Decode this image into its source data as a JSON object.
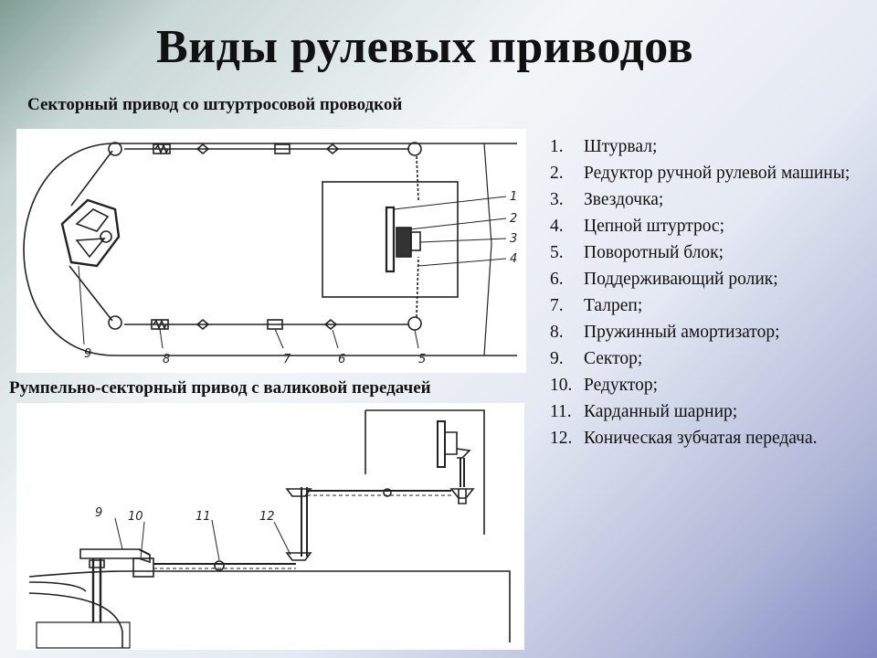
{
  "slide": {
    "title": "Виды рулевых приводов",
    "caption_sector": "Секторный привод со  штуртросовой проводкой",
    "caption_tiller": "Румпельно-секторный привод с валиковой передачей"
  },
  "legend": [
    {
      "num": "1.",
      "text": "Штурвал;"
    },
    {
      "num": "2.",
      "text": "Редуктор ручной рулевой машины;"
    },
    {
      "num": "3.",
      "text": "Звездочка;"
    },
    {
      "num": "4.",
      "text": "Цепной штуртрос;"
    },
    {
      "num": "5.",
      "text": "Поворотный блок;"
    },
    {
      "num": "6.",
      "text": "Поддерживающий ролик;"
    },
    {
      "num": "7.",
      "text": "Талреп;"
    },
    {
      "num": "8.",
      "text": "Пружинный амортизатор;"
    },
    {
      "num": "9.",
      "text": "Сектор;"
    },
    {
      "num": "10.",
      "text": "Редуктор;"
    },
    {
      "num": "11.",
      "text": "Карданный шарнир;"
    },
    {
      "num": "12.",
      "text": "Коническая зубчатая передача."
    }
  ],
  "diagram_sector": {
    "labels": [
      "1",
      "2",
      "3",
      "4",
      "5",
      "6",
      "7",
      "8",
      "9"
    ]
  },
  "diagram_tiller": {
    "labels": [
      "9",
      "10",
      "11",
      "12"
    ]
  }
}
